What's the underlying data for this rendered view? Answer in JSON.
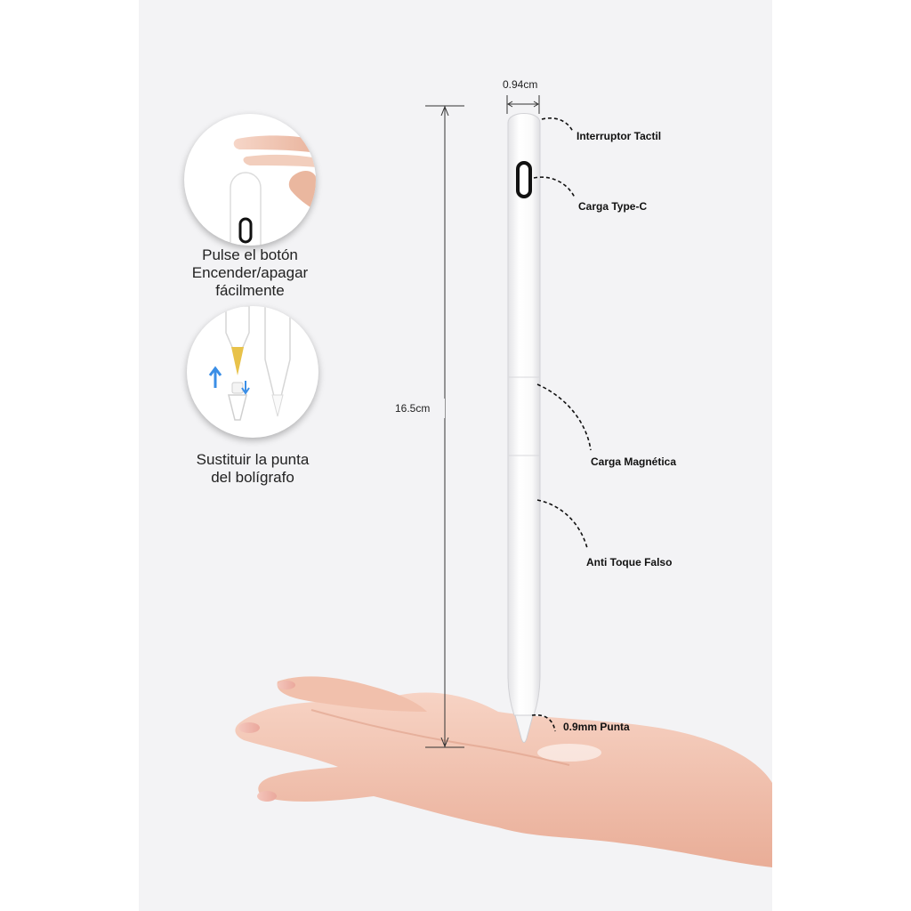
{
  "features": [
    {
      "caption_line1": "Pulse el botón",
      "caption_line2": "Encender/apagar",
      "caption_line3": "fácilmente",
      "icon": "tap-touch-switch-icon"
    },
    {
      "caption_line1": "Sustituir la punta",
      "caption_line2": "del bolígrafo",
      "icon": "replace-tip-icon"
    }
  ],
  "dimensions": {
    "width": "0.94cm",
    "length": "16.5cm"
  },
  "callouts": {
    "touch_switch": "Interruptor Tactil",
    "charging_port": "Carga Type-C",
    "magnetic_charging": "Carga Magnética",
    "anti_false_touch": "Anti Toque Falso",
    "tip": "0.9mm Punta"
  },
  "colors": {
    "background": "#f3f3f5",
    "pen": "#ffffff",
    "arrow_blue": "#3a8ee6",
    "tip_gold": "#e8c24a",
    "skin": "#f2c4b2"
  }
}
